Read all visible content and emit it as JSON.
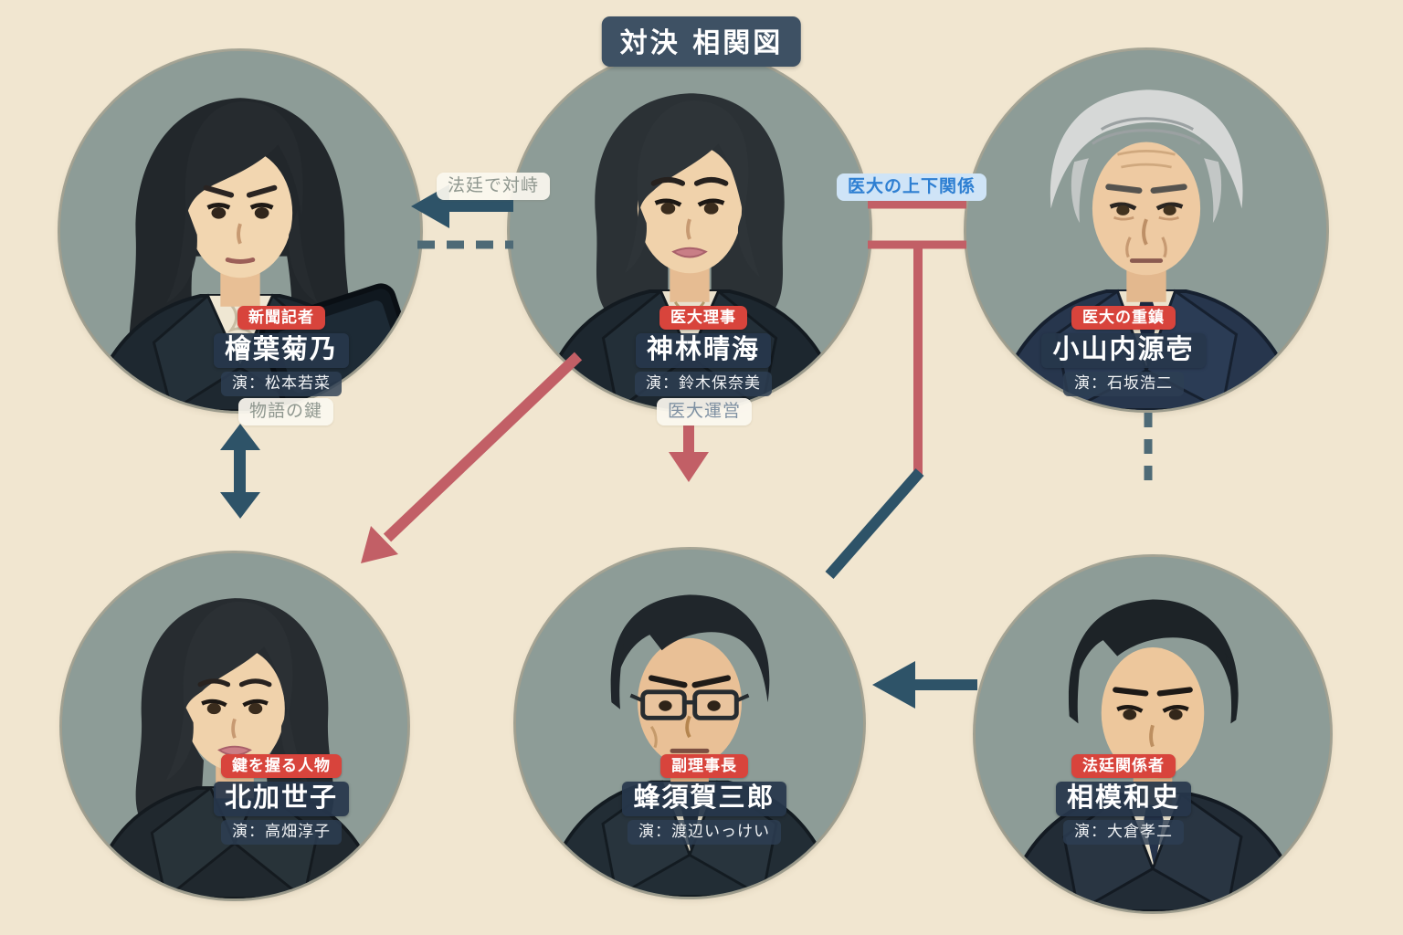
{
  "title": "対決 相関図",
  "palette": {
    "background": "#f1e6d0",
    "circle_fill": "#8d9c97",
    "navy_arrow": "#2e5368",
    "red_arrow": "#c25f66",
    "badge_red": "#d8443c",
    "name_box": "#27374b",
    "title_box": "#3e5164",
    "blue_label_bg": "#cfe4f7",
    "blue_label_text": "#2e7fd2"
  },
  "characters": [
    {
      "role": "新聞記者",
      "name": "檜葉菊乃",
      "actor": "演：松本若菜"
    },
    {
      "role": "医大理事",
      "name": "神林晴海",
      "actor": "演：鈴木保奈美"
    },
    {
      "role": "医大の重鎮",
      "name": "小山内源壱",
      "actor": "演：石坂浩二"
    },
    {
      "role": "鍵を握る人物",
      "name": "北加世子",
      "actor": "演：高畑淳子"
    },
    {
      "role": "副理事長",
      "name": "蜂須賀三郎",
      "actor": "演：渡辺いっけい"
    },
    {
      "role": "法廷関係者",
      "name": "相模和史",
      "actor": "演：大倉孝二"
    }
  ],
  "relations": {
    "court": {
      "label": "法廷で対峙"
    },
    "hierarchy": {
      "label": "医大の上下関係"
    },
    "story_key": {
      "label": "物語の鍵"
    },
    "admin": {
      "label": "医大運営"
    }
  }
}
